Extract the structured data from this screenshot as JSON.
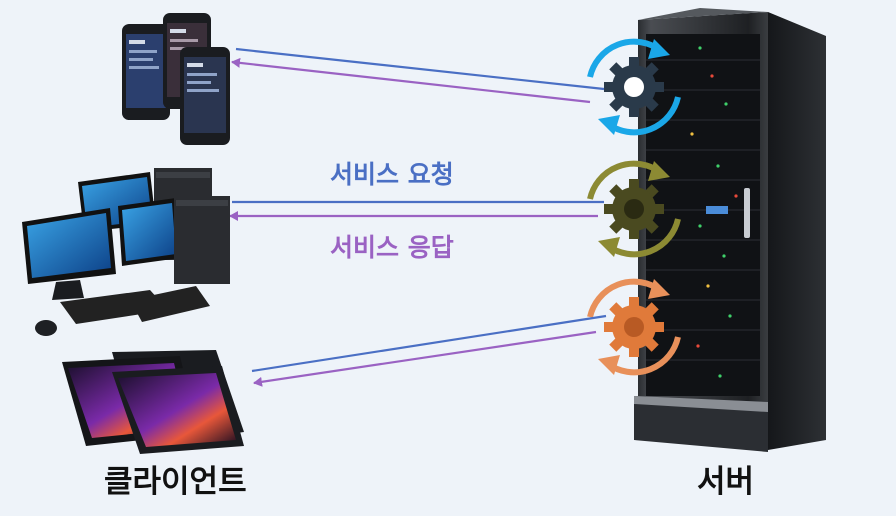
{
  "labels": {
    "request": "서비스 요청",
    "response": "서비스 응답",
    "client": "클라이언트",
    "server": "서버"
  },
  "colors": {
    "request": "#4a6fc4",
    "response": "#9a62c3",
    "text": "#111111",
    "gear_top": "#1aa7e8",
    "gear_middle": "#8c8a33",
    "gear_bottom": "#e8905a"
  },
  "icons": [
    "smartphone-icon",
    "desktop-computer-icon",
    "tablet-icon",
    "server-rack-icon",
    "gear-icon",
    "sync-arrows-icon"
  ]
}
